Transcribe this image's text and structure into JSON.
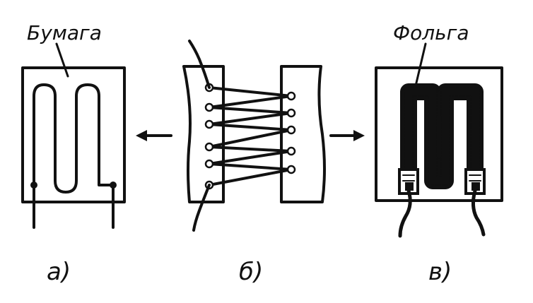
{
  "labels": {
    "paper": "Бумага",
    "foil": "Фольга",
    "a": "а)",
    "b": "б)",
    "v": "в)"
  },
  "colors": {
    "ink": "#111111",
    "background": "#ffffff"
  }
}
